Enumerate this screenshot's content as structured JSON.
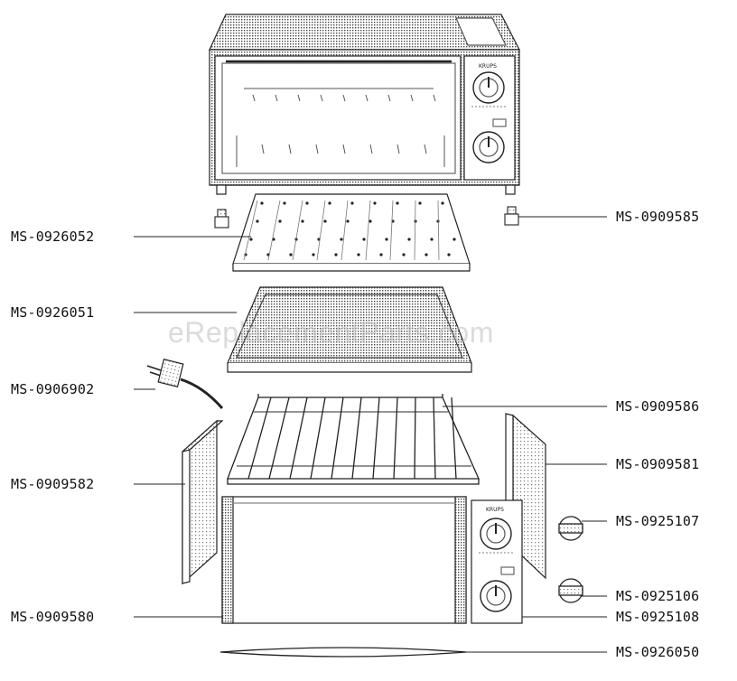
{
  "watermark": "eReplacementParts.com",
  "oven": {
    "brand": "KRUPS"
  },
  "panel": {
    "brand": "KRUPS"
  },
  "callouts": {
    "left": [
      "MS-0926052",
      "MS-0926051",
      "MS-0906902",
      "MS-0909582",
      "MS-0909580"
    ],
    "right": [
      "MS-0909585",
      "MS-0909586",
      "MS-0909581",
      "MS-0925107",
      "MS-0925106",
      "MS-0925108",
      "MS-0926050"
    ]
  }
}
